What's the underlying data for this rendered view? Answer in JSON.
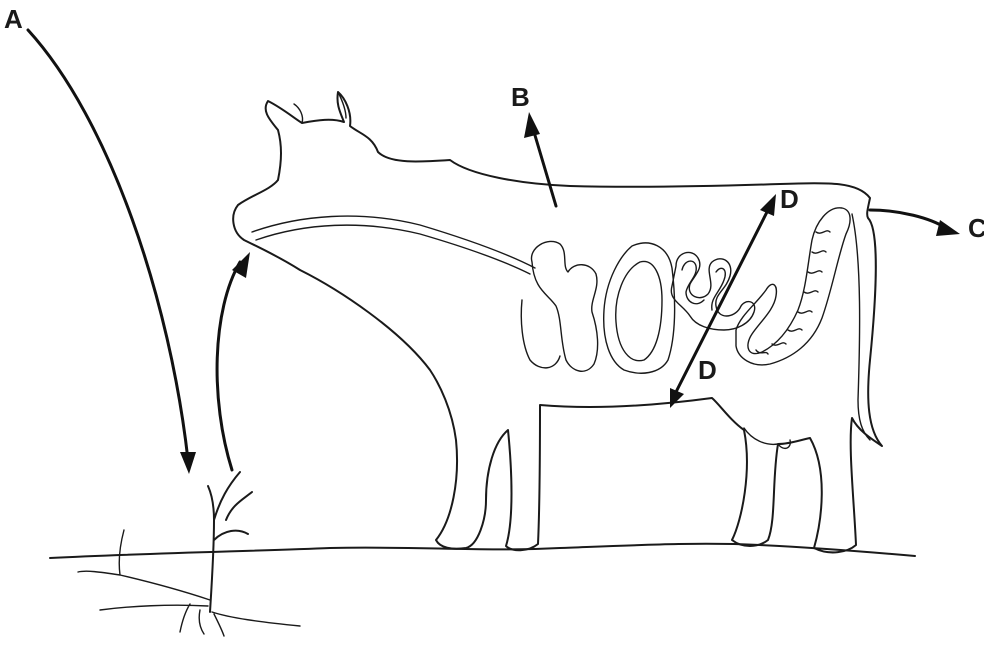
{
  "labels": {
    "a": "A",
    "b": "B",
    "c": "C",
    "d_upper": "D",
    "d_lower": "D"
  },
  "colors": {
    "line": "#1a1a1a",
    "background": "#ffffff"
  }
}
